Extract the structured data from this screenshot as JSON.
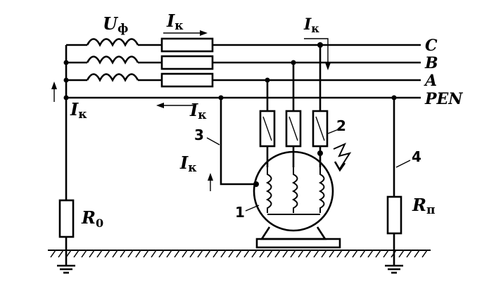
{
  "labels": {
    "phase_voltage": {
      "main": "U",
      "sub": "ф"
    },
    "fault_current": {
      "main": "I",
      "sub": "к"
    },
    "line_c": "C",
    "line_b": "B",
    "line_a": "A",
    "line_pen": "PEN",
    "r0": {
      "main": "R",
      "sub": "0"
    },
    "rp": {
      "main": "R",
      "sub": "п"
    },
    "num_1": "1",
    "num_2": "2",
    "num_3": "3",
    "num_4": "4"
  }
}
